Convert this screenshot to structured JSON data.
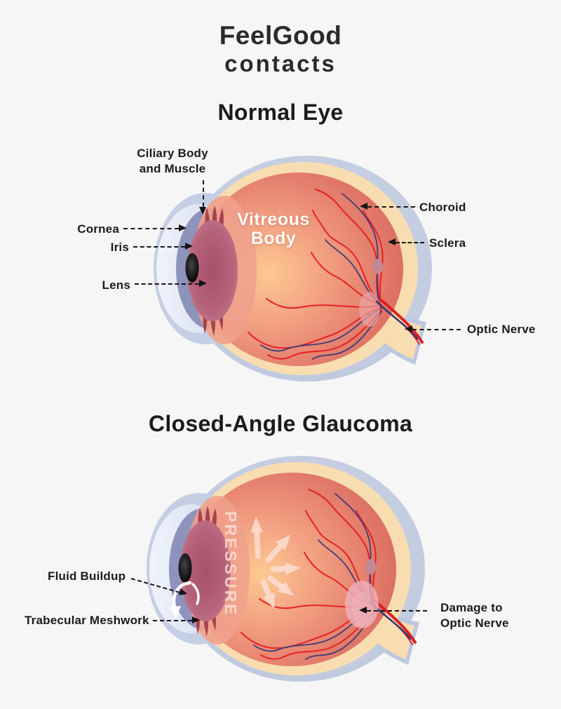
{
  "palette": {
    "background": "#f6f6f7",
    "text_dark": "#1b1b1d",
    "sclera_outer_blue": "#c2cbdd",
    "cream_ring": "#f8ddb0",
    "eye_ball_red": "#dd7065",
    "eye_glow_orange": "#fcc992",
    "lens_mauve": "#b5637b",
    "iris_blue": "#8e93bb",
    "cornea_light": "#e9eef8",
    "ciliary_red": "#a64252",
    "vessel_red": "#e62222",
    "vessel_blue": "#3e3c78",
    "annotation_arrow_black": "#141414",
    "pressure_tint": "#f8d8ca",
    "fluid_arrow_white": "#ffffff"
  },
  "logo": {
    "line1": "FeelGood",
    "line2": "contacts"
  },
  "normal_eye": {
    "title": "Normal Eye",
    "labels": {
      "ciliary_line1": "Ciliary Body",
      "ciliary_line2": "and Muscle",
      "cornea": "Cornea",
      "iris": "Iris",
      "lens": "Lens",
      "vitreous_line1": "Vitreous",
      "vitreous_line2": "Body",
      "choroid": "Choroid",
      "sclera": "Sclera",
      "optic_nerve": "Optic Nerve"
    }
  },
  "glaucoma_eye": {
    "title": "Closed-Angle Glaucoma",
    "labels": {
      "fluid_buildup": "Fluid Buildup",
      "trabecular_meshwork": "Trabecular Meshwork",
      "damage_line1": "Damage to",
      "damage_line2": "Optic Nerve",
      "pressure": "PRESSURE"
    }
  }
}
